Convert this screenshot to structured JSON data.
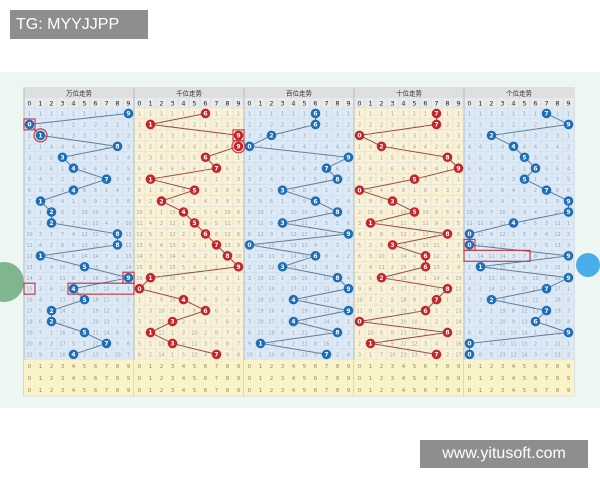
{
  "watermark_top": "TG: MYYJJPP",
  "watermark_bottom": "www.yitusoft.com",
  "chart_data": {
    "type": "table",
    "title": "",
    "columns_digits": [
      "0",
      "1",
      "2",
      "3",
      "4",
      "5",
      "6",
      "7",
      "8",
      "9"
    ],
    "sections": [
      {
        "title": "万位走势",
        "color": "#1f6db5",
        "bg": "#dceaf8",
        "values": [
          9,
          0,
          1,
          8,
          3,
          4,
          7,
          4,
          1,
          2,
          2,
          8,
          8,
          1,
          5,
          9,
          4,
          5,
          2,
          2,
          5,
          7,
          4
        ]
      },
      {
        "title": "千位走势",
        "color": "#c2262c",
        "bg": "#fbf2d6",
        "values": [
          6,
          1,
          9,
          9,
          6,
          7,
          1,
          5,
          2,
          4,
          5,
          6,
          7,
          8,
          9,
          1,
          0,
          4,
          6,
          3,
          1,
          3,
          7
        ]
      },
      {
        "title": "百位走势",
        "color": "#1f6db5",
        "bg": "#dceaf8",
        "values": [
          6,
          6,
          2,
          0,
          9,
          7,
          8,
          3,
          6,
          8,
          3,
          9,
          0,
          6,
          3,
          8,
          9,
          4,
          9,
          4,
          8,
          1,
          7
        ]
      },
      {
        "title": "十位走势",
        "color": "#c2262c",
        "bg": "#fbf2d6",
        "values": [
          7,
          7,
          0,
          2,
          8,
          9,
          5,
          0,
          3,
          5,
          1,
          8,
          3,
          6,
          6,
          2,
          8,
          7,
          6,
          0,
          8,
          1,
          7
        ]
      },
      {
        "title": "个位走势",
        "color": "#1f6db5",
        "bg": "#dceaf8",
        "values": [
          7,
          9,
          2,
          4,
          5,
          6,
          5,
          7,
          9,
          9,
          4,
          0,
          0,
          9,
          1,
          9,
          7,
          2,
          7,
          6,
          9,
          0,
          0
        ]
      }
    ],
    "footer_rows": 3,
    "footer_bg": "#faf3c8",
    "highlight_color": "#c83a4a"
  }
}
